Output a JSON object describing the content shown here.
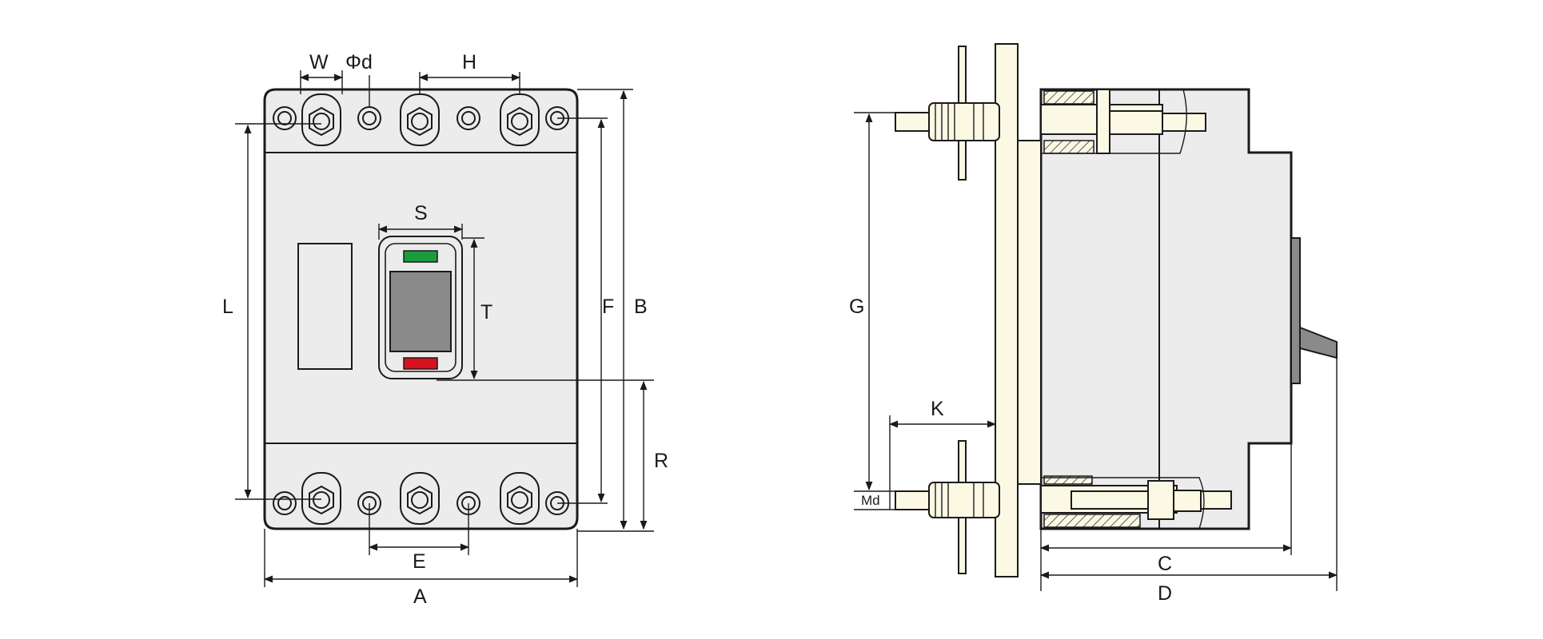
{
  "diagram": {
    "front_view": {
      "dimension_labels": {
        "w": "W",
        "phi_d": "Φd",
        "h": "H",
        "s": "S",
        "t": "T",
        "l": "L",
        "f": "F",
        "b": "B",
        "r": "R",
        "e": "E",
        "a": "A"
      },
      "indicator_colors": {
        "on": "#1a9c3f",
        "off": "#d7121f"
      },
      "window_color": "#8a8a8a"
    },
    "side_view": {
      "dimension_labels": {
        "g": "G",
        "k": "K",
        "md": "Md",
        "c": "C",
        "d": "D"
      },
      "handle_color": "#8a8a8a"
    }
  }
}
